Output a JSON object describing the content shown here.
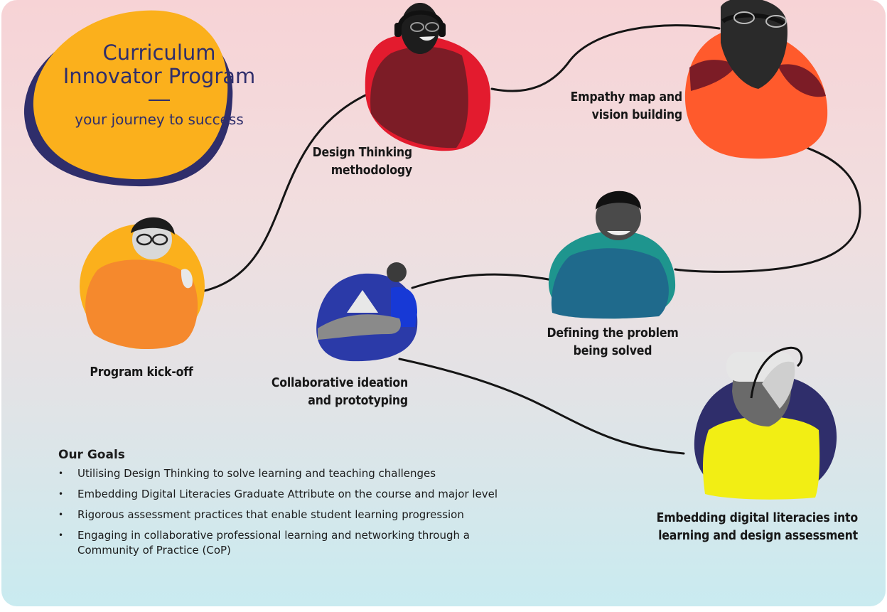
{
  "title": {
    "line1": "Curriculum",
    "line2": "Innovator Program",
    "subtitle": "your journey to success"
  },
  "steps": [
    {
      "label_1": "Program kick-off",
      "label_2": ""
    },
    {
      "label_1": "Design Thinking",
      "label_2": "methodology"
    },
    {
      "label_1": "Empathy map and",
      "label_2": "vision building"
    },
    {
      "label_1": "Defining the problem",
      "label_2": "being solved"
    },
    {
      "label_1": "Collaborative ideation",
      "label_2": "and prototyping"
    },
    {
      "label_1": "Embedding digital literacies into",
      "label_2": "learning and design assessment"
    }
  ],
  "goals": {
    "heading": "Our Goals",
    "items": [
      "Utilising Design Thinking to solve learning and teaching challenges",
      "Embedding Digital Literacies Graduate Attribute on the course and major level",
      "Rigorous assessment practices that enable student learning progression",
      "Engaging in collaborative professional learning and networking through a",
      "Community of Practice (CoP)"
    ]
  },
  "colors": {
    "navy": "#2f2e6b",
    "yellow": "#fbb01c",
    "orange": "#f5892d",
    "crimson": "#e31b2e",
    "burgundy": "#7c1c26",
    "vermilion": "#ff5a2c",
    "teal": "#1e958e",
    "royal_blue": "#2b3aa8",
    "lemon": "#f2ee14"
  }
}
